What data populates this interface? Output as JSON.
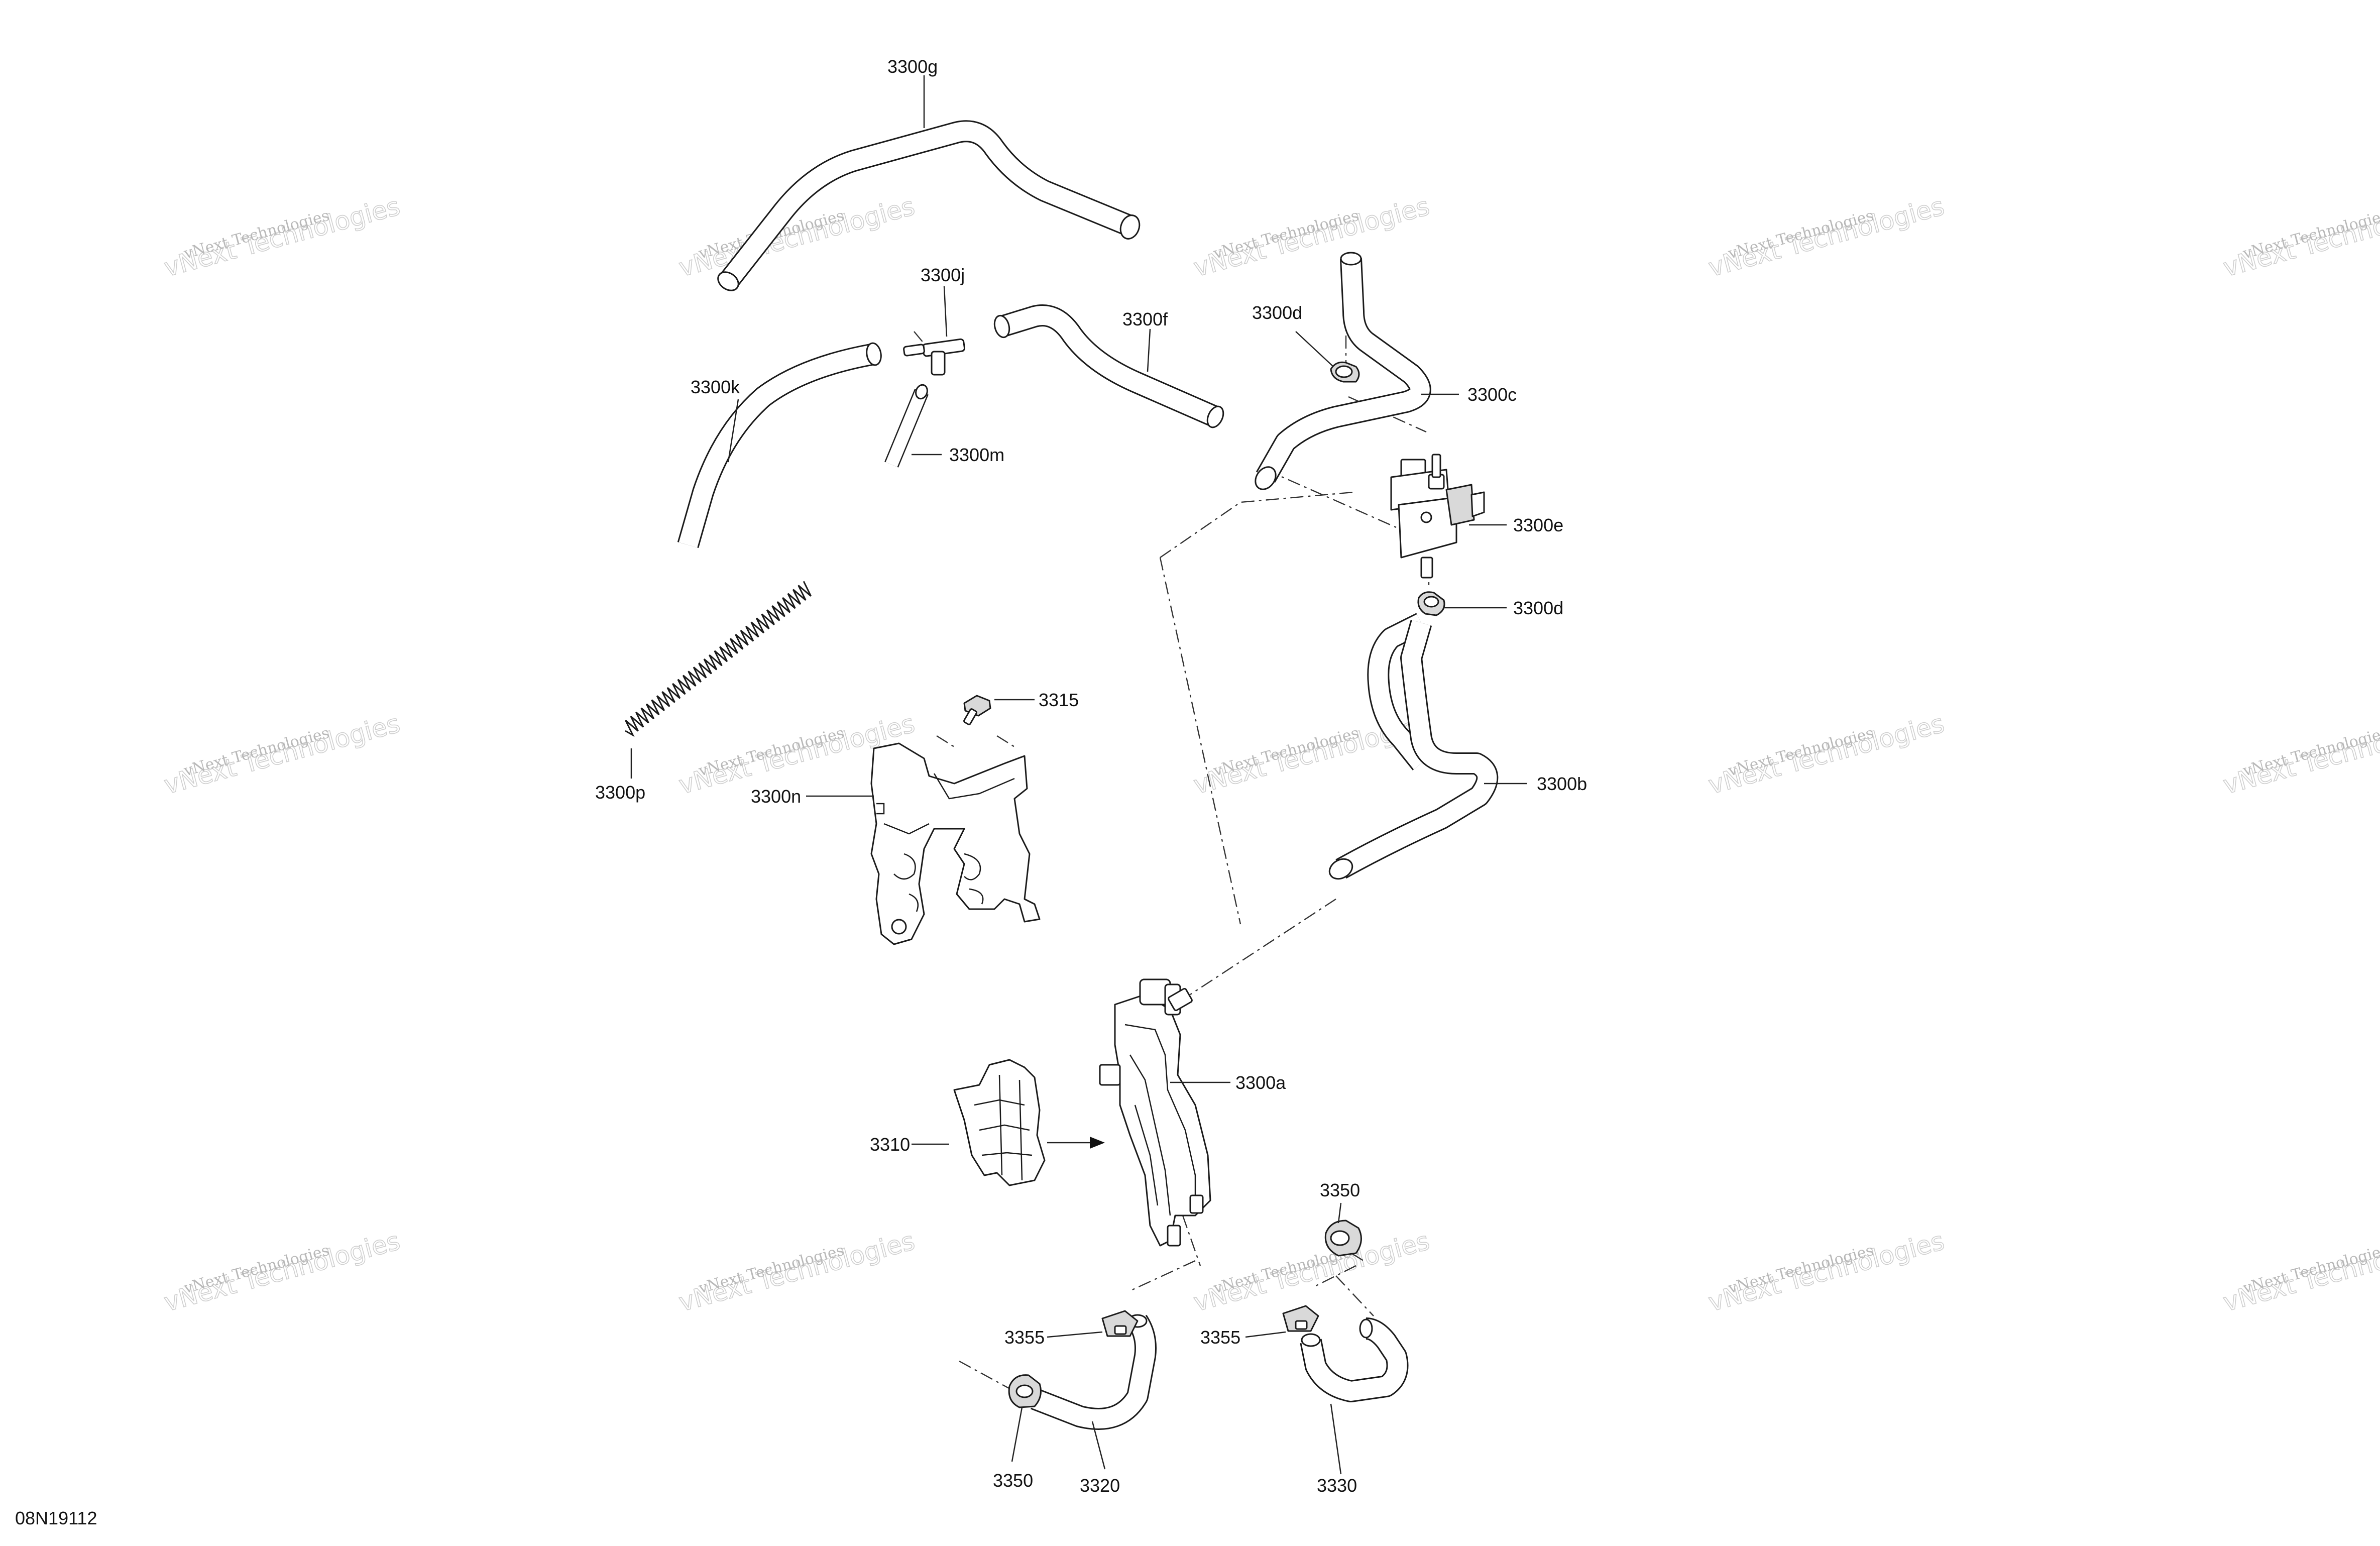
{
  "diagram": {
    "drawing_number": "08N19112",
    "watermark": {
      "line1": "vNext Technologies",
      "line2": "vNext Technologies"
    },
    "labels": [
      {
        "id": "3300g",
        "text": "3300g"
      },
      {
        "id": "3300j",
        "text": "3300j"
      },
      {
        "id": "3300f",
        "text": "3300f"
      },
      {
        "id": "3300d-top",
        "text": "3300d"
      },
      {
        "id": "3300c",
        "text": "3300c"
      },
      {
        "id": "3300k",
        "text": "3300k"
      },
      {
        "id": "3300m",
        "text": "3300m"
      },
      {
        "id": "3300e",
        "text": "3300e"
      },
      {
        "id": "3300d-mid",
        "text": "3300d"
      },
      {
        "id": "3315",
        "text": "3315"
      },
      {
        "id": "3300b",
        "text": "3300b"
      },
      {
        "id": "3300p",
        "text": "3300p"
      },
      {
        "id": "3300n",
        "text": "3300n"
      },
      {
        "id": "3300a",
        "text": "3300a"
      },
      {
        "id": "3310",
        "text": "3310"
      },
      {
        "id": "3350-right",
        "text": "3350"
      },
      {
        "id": "3355-left",
        "text": "3355"
      },
      {
        "id": "3355-right",
        "text": "3355"
      },
      {
        "id": "3350-left",
        "text": "3350"
      },
      {
        "id": "3320",
        "text": "3320"
      },
      {
        "id": "3330",
        "text": "3330"
      }
    ]
  }
}
